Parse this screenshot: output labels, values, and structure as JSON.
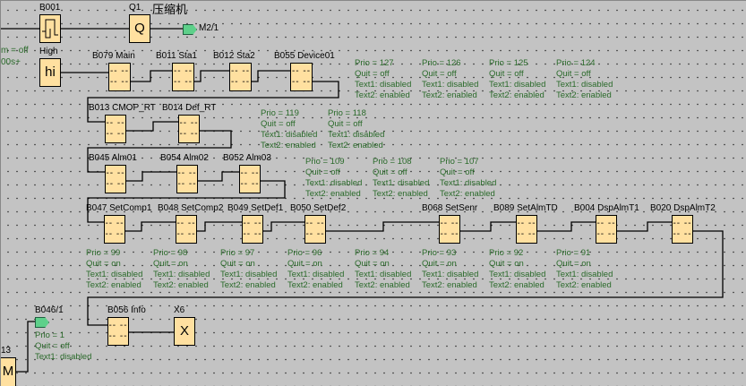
{
  "edge_labels": [
    "m = off",
    "00s+",
    "13"
  ],
  "output_label": "压缩机",
  "flags": [
    {
      "label": "M2/1"
    },
    {
      "label": "B046/1"
    }
  ],
  "blocks": [
    {
      "id": "B001",
      "label": "B001",
      "kind": "pulse"
    },
    {
      "id": "Q1",
      "label": "Q1",
      "symbol": "Q"
    },
    {
      "id": "High",
      "label": "High",
      "symbol": "hi"
    },
    {
      "id": "B079",
      "label": "B079 Main",
      "symbol": "-- --\n-- --"
    },
    {
      "id": "B011",
      "label": "B011 Sta1",
      "symbol": "-- --"
    },
    {
      "id": "B012",
      "label": "B012 Sta2",
      "symbol": "-- --"
    },
    {
      "id": "B055",
      "label": "B055 Device01",
      "symbol": "-- --"
    },
    {
      "id": "B013",
      "label": "B013 CMOP_RT",
      "symbol": "-- --"
    },
    {
      "id": "B014",
      "label": "B014 Def_RT",
      "symbol": "-- --"
    },
    {
      "id": "B045",
      "label": "B045 Alm01",
      "symbol": "-- --"
    },
    {
      "id": "B054",
      "label": "B054 Alm02",
      "symbol": "-- --"
    },
    {
      "id": "B052",
      "label": "B052 Alm03",
      "symbol": "-- --"
    },
    {
      "id": "B047",
      "label": "B047 SetComp1",
      "symbol": "-- --"
    },
    {
      "id": "B048",
      "label": "B048 SetComp2",
      "symbol": "-- --"
    },
    {
      "id": "B049",
      "label": "B049 SetDef1",
      "symbol": "-- --"
    },
    {
      "id": "B050",
      "label": "B050 SetDef2",
      "symbol": "-- --"
    },
    {
      "id": "B068",
      "label": "B068 SetSenr",
      "symbol": "-- --"
    },
    {
      "id": "B089",
      "label": "B089 SetAlmTD",
      "symbol": "-- --"
    },
    {
      "id": "B004",
      "label": "B004 DspAlmT1",
      "symbol": "-- --"
    },
    {
      "id": "B020",
      "label": "B020 DspAlmT2",
      "symbol": "-- --"
    },
    {
      "id": "B056",
      "label": "B056 Info",
      "symbol": "-- --"
    },
    {
      "id": "X6",
      "label": "X6",
      "symbol": "X"
    },
    {
      "id": "M",
      "label": "",
      "symbol": "M"
    }
  ],
  "params": [
    [
      "Prio = 127",
      "Quit = off",
      "Text1: disabled",
      "Text2: enabled"
    ],
    [
      "Prio = 126",
      "Quit = off",
      "Text1: disabled",
      "Text2: enabled"
    ],
    [
      "Prio = 125",
      "Quit = off",
      "Text1: disabled",
      "Text2: enabled"
    ],
    [
      "Prio = 124",
      "Quit = off",
      "Text1: disabled",
      "Text2: enabled"
    ],
    [
      "Prio = 119",
      "Quit = off",
      "Text1: disabled",
      "Text2: enabled"
    ],
    [
      "Prio = 118",
      "Quit = off",
      "Text1: disabled",
      "Text2: enabled"
    ],
    [
      "Prio = 109",
      "Quit = off",
      "Text1: disabled",
      "Text2: enabled"
    ],
    [
      "Prio = 108",
      "Quit = off",
      "Text1: disabled",
      "Text2: enabled"
    ],
    [
      "Prio = 107",
      "Quit = off",
      "Text1: disabled",
      "Text2: enabled"
    ],
    [
      "Prio = 99",
      "Quit = on",
      "Text1: disabled",
      "Text2: enabled"
    ],
    [
      "Prio = 98",
      "Quit = on",
      "Text1: disabled",
      "Text2: enabled"
    ],
    [
      "Prio = 97",
      "Quit = on",
      "Text1: disabled",
      "Text2: enabled"
    ],
    [
      "Prio = 96",
      "Quit = on",
      "Text1: disabled",
      "Text2: enabled"
    ],
    [
      "Prio = 94",
      "Quit = on",
      "Text1: disabled",
      "Text2: enabled"
    ],
    [
      "Prio = 93",
      "Quit = on",
      "Text1: disabled",
      "Text2: enabled"
    ],
    [
      "Prio = 92",
      "Quit = on",
      "Text1: disabled",
      "Text2: enabled"
    ],
    [
      "Prio = 91",
      "Quit = on",
      "Text1: disabled",
      "Text2: enabled"
    ],
    [
      "Prio = 1",
      "Quit = off",
      "Text1: disabled"
    ]
  ]
}
